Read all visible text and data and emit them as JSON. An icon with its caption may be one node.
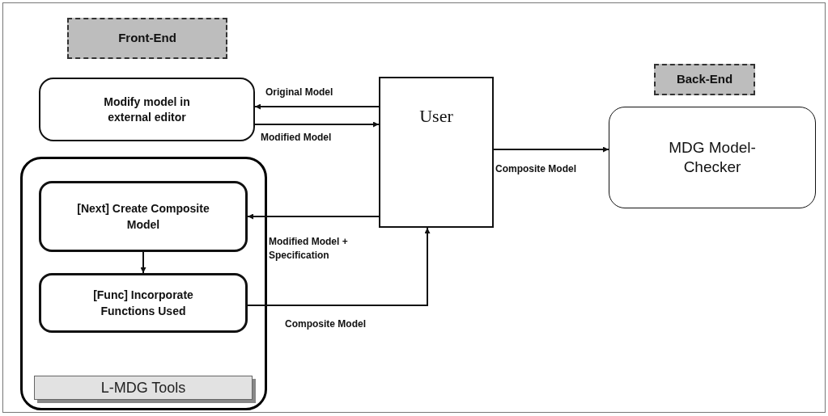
{
  "diagram": {
    "nodes": [
      {
        "text": [
          "Front-End"
        ]
      },
      {
        "text": [
          "Back-End"
        ]
      },
      {
        "text": [
          "Modify model in external editor"
        ]
      },
      {
        "text": [
          "User"
        ]
      },
      {
        "text": [
          "MDG Model-Checker"
        ]
      },
      {
        "text": [],
        "shape": "box"
      },
      {
        "text": [
          "[Next] Create Composite Model"
        ],
        "in": 5
      },
      {
        "text": [
          "[Func] Incorporate Functions Used"
        ],
        "in": 5
      },
      {
        "text": [
          "L-MDG Tools"
        ],
        "in": 5
      }
    ],
    "edges": [
      {
        "from": 3,
        "to": 2,
        "arrow": "to",
        "label": "Original Model"
      },
      {
        "from": 2,
        "to": 3,
        "arrow": "to",
        "label": "Modified Model"
      },
      {
        "from": 3,
        "to": 6,
        "arrow": "to",
        "label": "Modified Model + Specification"
      },
      {
        "from": 6,
        "to": 7,
        "arrow": "to"
      },
      {
        "from": 7,
        "to": 3,
        "arrow": "to",
        "label": "Composite Model"
      },
      {
        "from": 3,
        "to": 4,
        "arrow": "to",
        "label": "Composite Model"
      }
    ]
  }
}
